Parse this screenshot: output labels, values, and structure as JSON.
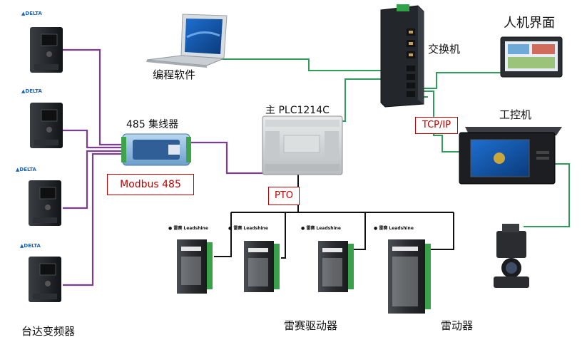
{
  "labels": {
    "programming_software": "编程软件",
    "switch": "交换机",
    "hmi": "人机界面",
    "plc": "主 PLC1214C",
    "hub485": "485 集线器",
    "modbus": "Modbus 485",
    "industrial_pc": "工控机",
    "tcpip": "TCP/IP",
    "pto": "PTO",
    "vfd": "台达变频器",
    "servo_drivers": "雷赛驱动器",
    "servo_motor": "雷动器"
  },
  "colors": {
    "rs485_line": "#7b3f8e",
    "ethernet_line": "#2e9e5a",
    "pto_line": "#111111",
    "callout_border": "#c00000"
  }
}
